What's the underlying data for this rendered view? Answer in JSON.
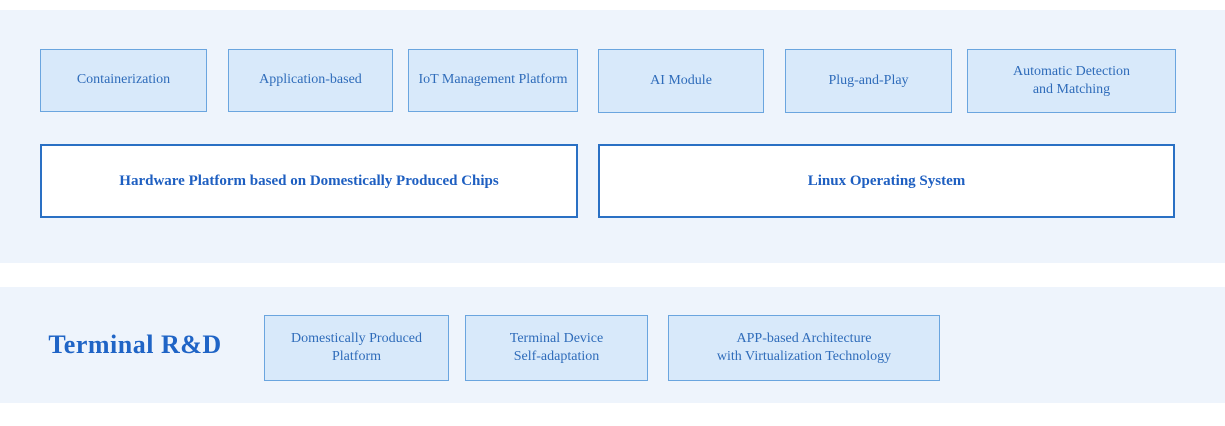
{
  "diagram": {
    "colors": {
      "page_bg": "#ffffff",
      "band_bg": "#eef4fc",
      "node_fill": "#d8e9fa",
      "node_border": "#6aa5df",
      "node_text": "#2f6cba",
      "panel_fill": "#ffffff",
      "panel_border": "#2a70c4",
      "panel_text": "#1e5fc1",
      "title_text": "#1f64c6"
    },
    "capability_row": [
      {
        "label": "Containerization"
      },
      {
        "label": "Application-based"
      },
      {
        "label": "IoT Management Platform"
      },
      {
        "label": "AI Module"
      },
      {
        "label": "Plug-and-Play"
      },
      {
        "label": "Automatic Detection\nand Matching"
      }
    ],
    "platform_row": [
      {
        "label": "Hardware Platform based on Domestically Produced Chips"
      },
      {
        "label": "Linux Operating System"
      }
    ],
    "terminal_section": {
      "title": "Terminal R&D",
      "items": [
        {
          "label": "Domestically Produced\nPlatform"
        },
        {
          "label": "Terminal Device\nSelf-adaptation"
        },
        {
          "label": "APP-based Architecture\nwith Virtualization Technology"
        }
      ]
    }
  }
}
